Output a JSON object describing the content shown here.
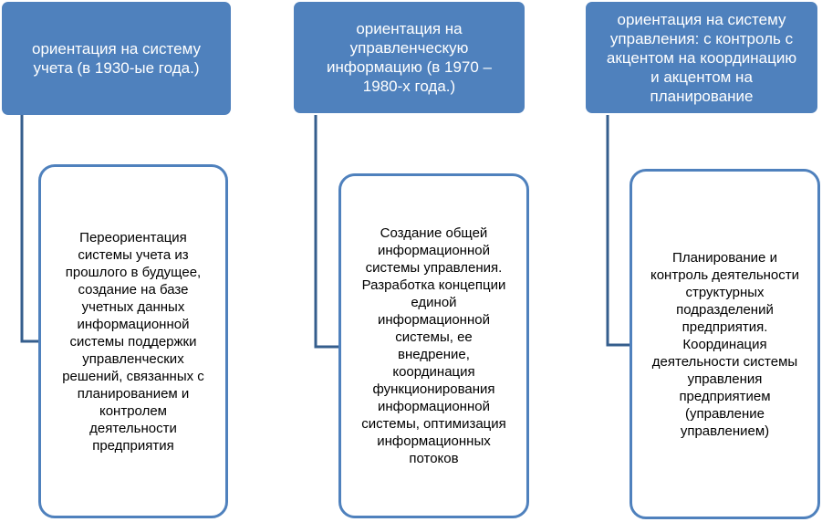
{
  "colors": {
    "header_fill": "#4f81bd",
    "card_border": "#4f81bd",
    "connector": "#355e8d"
  },
  "columns": [
    {
      "header": "ориентация на  систему\nучета (в 1930-ые года.)",
      "body": "Переориентация\nсистемы учета из\nпрошлого в будущее,\nсоздание на базе\nучетных данных\nинформационной\nсистемы поддержки\nуправленческих\nрешений, связанных с\nпланированием и\nконтролем\nдеятельности\nпредприятия"
    },
    {
      "header": "ориентация на\nуправленческую\nинформацию (в 1970 –\n1980-х года.)",
      "body": "Создание общей\nинформационной\nсистемы управления.\nРазработка концепции\nединой\nинформационной\nсистемы, ее\nвнедрение,\nкоординация\nфункционирования\nинформационной\nсистемы, оптимизация\nинформационных\nпотоков"
    },
    {
      "header": "ориентация на систему\nуправления: с контроль с\nакцентом на координацию\nи акцентом на\nпланирование",
      "body": "Планирование и\nконтроль деятельности\nструктурных\nподразделений\nпредприятия.\nКоординация\nдеятельности системы\nуправления\nпредприятием\n(управление\nуправлением)"
    }
  ]
}
